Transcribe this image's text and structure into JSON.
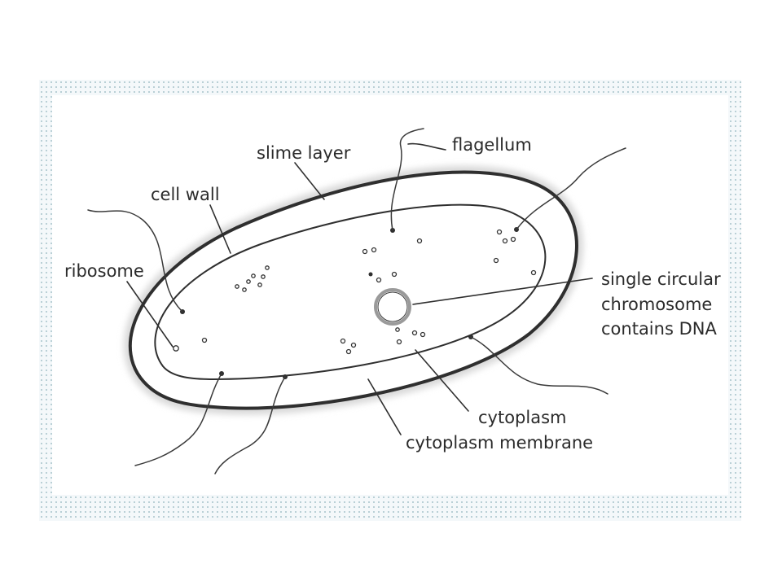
{
  "labels": {
    "flagellum": "flagellum",
    "slime_layer": "slime layer",
    "cell_wall": "cell wall",
    "ribosome": "ribosome",
    "chromosome_line1": "single circular",
    "chromosome_line2": "chromosome",
    "chromosome_line3": "contains DNA",
    "cytoplasm": "cytoplasm",
    "cytoplasm_membrane": "cytoplasm membrane"
  },
  "colors": {
    "frame_dots": "#a9c4cc",
    "slime_halo": "#d9d9d9",
    "outline": "#2f2f2f",
    "text": "#2b2b2b"
  }
}
